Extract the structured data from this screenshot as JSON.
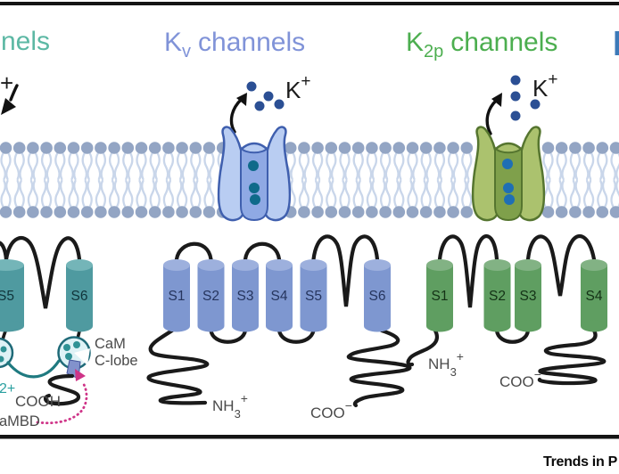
{
  "titles": {
    "kca_fragment": "nels",
    "kv": {
      "k": "K",
      "sub": "v",
      "rest": "channels"
    },
    "k2p": {
      "k": "K",
      "sub": "2p",
      "rest": "channels"
    }
  },
  "ions": {
    "left_plus_fragment": "+",
    "kv": {
      "k": "K",
      "plus": "+"
    },
    "k2p": {
      "k": "K",
      "plus": "+"
    }
  },
  "kca": {
    "segments": [
      "S5",
      "S6"
    ],
    "cam_label_line1": "CaM",
    "cam_label_line2": "C-lobe",
    "ca_fragment": "2+",
    "cooh_label": "COOH",
    "cambd_fragment": "aMBD"
  },
  "kv": {
    "segments": [
      "S1",
      "S2",
      "S3",
      "S4",
      "S5",
      "S6"
    ],
    "nterm": {
      "main": "NH",
      "sub": "3",
      "sup": "+"
    },
    "cterm": {
      "main": "COO",
      "sup": "−"
    }
  },
  "k2p": {
    "segments": [
      "S1",
      "S2",
      "S3",
      "S4"
    ],
    "nterm": {
      "main": "NH",
      "sub": "3",
      "sup": "+"
    },
    "cterm": {
      "main": "COO",
      "sup": "−"
    }
  },
  "watermark": "Trends in P",
  "colors": {
    "kca_accent": "#5cb8a4",
    "kv_accent": "#8093d8",
    "k2p_accent": "#4cae4f",
    "next_panel_fragment_blue": "#3c7ab8",
    "kv_channel_body": "#b9cdf2",
    "kv_channel_pore": "#8fa9e4",
    "k2p_channel_body": "#abc26e",
    "k2p_channel_pore": "#7fa04b",
    "free_ion_blue": "#2b4f94",
    "kv_pore_ion": "#0f6a8a",
    "k2p_pore_ion": "#1f6fb5",
    "lipid_head": "#93a5c4",
    "lipid_tail": "#c9d6ea",
    "teal_cylinder": "#4f9aa0",
    "blue_cylinder": "#7e97d0",
    "green_cylinder": "#5f9e61",
    "cam_lobe_fill": "#def2f6",
    "cam_lobe_stroke": "#1f6a78",
    "cambd_wedge": "#8292cc",
    "pink_arrow": "#cf3488"
  }
}
